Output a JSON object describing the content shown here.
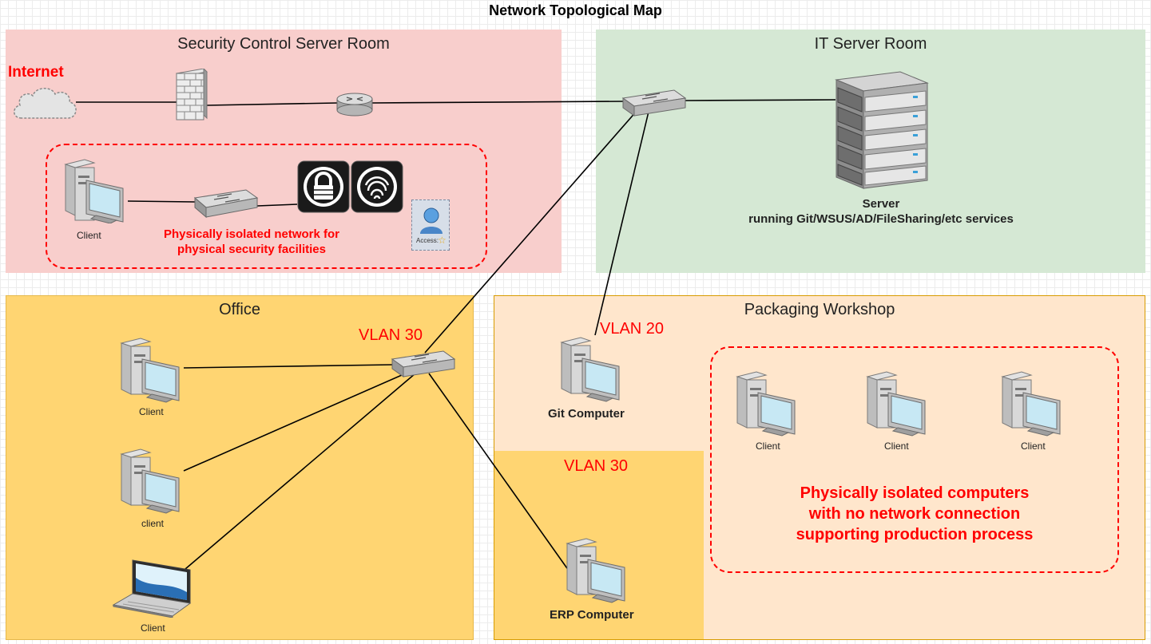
{
  "title": "Network Topological Map",
  "rooms": {
    "security": {
      "title": "Security Control Server Room",
      "color": "#f8cecc"
    },
    "it": {
      "title": "IT Server Room",
      "color": "#d5e8d4"
    },
    "office": {
      "title": "Office",
      "color": "#ffd572"
    },
    "packaging": {
      "title": "Packaging Workshop",
      "color": "#ffe6cc"
    },
    "vlan30_zone": {
      "color": "#ffd572"
    }
  },
  "security": {
    "internet": "Internet",
    "client": "Client",
    "note": "Physically isolated network for physical security facilities",
    "access_badge": "Access:"
  },
  "it": {
    "server_title": "Server",
    "server_desc": "running Git/WSUS/AD/FileSharing/etc services"
  },
  "office": {
    "vlan": "VLAN 30",
    "client1": "Client",
    "client2": "client",
    "client3": "Client"
  },
  "packaging": {
    "vlan20": "VLAN 20",
    "git_computer": "Git Computer",
    "vlan30": "VLAN 30",
    "erp_computer": "ERP Computer",
    "client1": "Client",
    "client2": "Client",
    "client3": "Client",
    "note_line1": "Physically isolated computers",
    "note_line2": "with no network connection",
    "note_line3": "supporting production process"
  },
  "colors": {
    "accent_red": "#ff0000",
    "link": "#000000"
  }
}
